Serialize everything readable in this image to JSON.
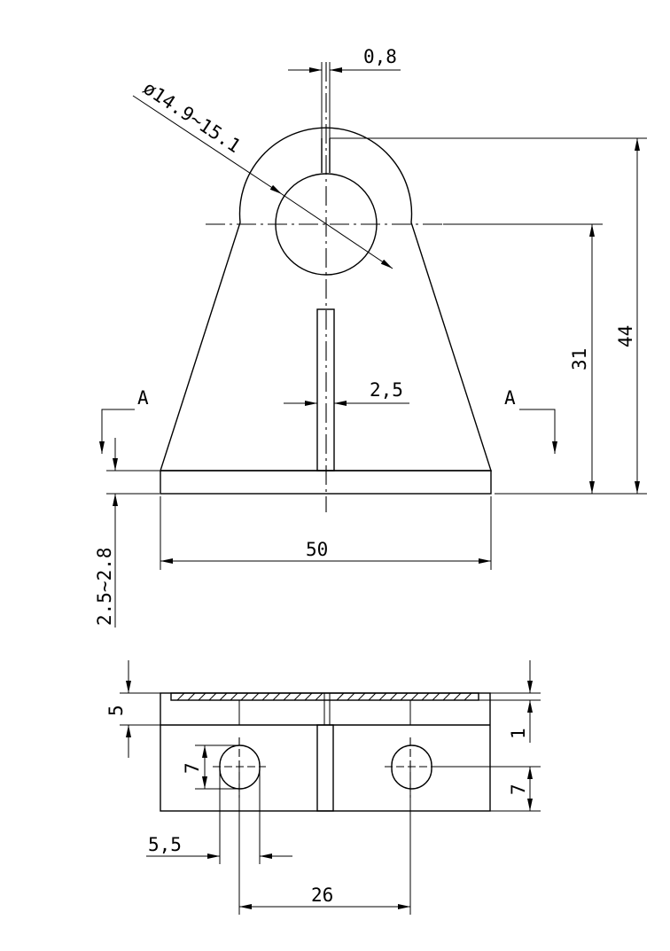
{
  "dimensions": {
    "slot_width": "0,8",
    "bore_diameter": "ø14.9~15.1",
    "center_slot_width": "2,5",
    "center_height": "31",
    "overall_height": "44",
    "base_width": "50",
    "plate_thickness": "2.5~2.8",
    "flange_height": "5",
    "top_offset": "1",
    "slot_length": "7",
    "slot_offset_right": "7",
    "slot_width_bottom": "5,5",
    "hole_spacing": "26"
  },
  "section_labels": {
    "left": "A",
    "right": "A"
  }
}
